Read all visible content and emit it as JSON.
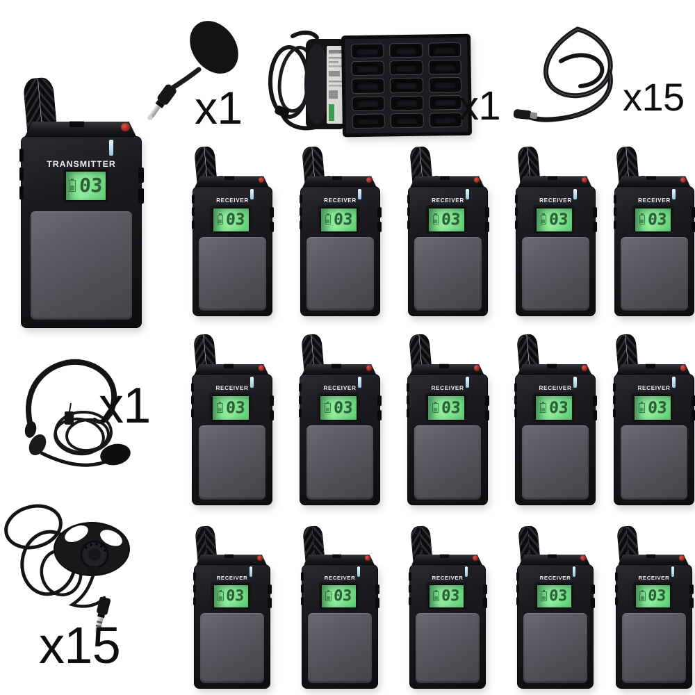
{
  "product_kit": {
    "transmitter": {
      "label": "TRANSMITTER",
      "channel": "03",
      "count": 1
    },
    "receiver": {
      "label": "RECEIVER",
      "channel": "03",
      "count": 15
    }
  },
  "accessories": {
    "clip_microphone": {
      "count_label": "x1"
    },
    "charger_dock": {
      "count_label": "x1",
      "slots": 15
    },
    "lanyard": {
      "count_label": "x15"
    },
    "headset_microphone": {
      "count_label": "x1"
    },
    "ear_hook_earphone": {
      "count_label": "x15"
    }
  },
  "colors": {
    "background": "#ffffff",
    "device_body": "#17171a",
    "lcd_green": "#7fe392",
    "lcd_digits": "#2b5f36",
    "battery_cover": "#56565e",
    "led_indicator": "#9fd3ea",
    "count_text": "#0d0d0d"
  }
}
